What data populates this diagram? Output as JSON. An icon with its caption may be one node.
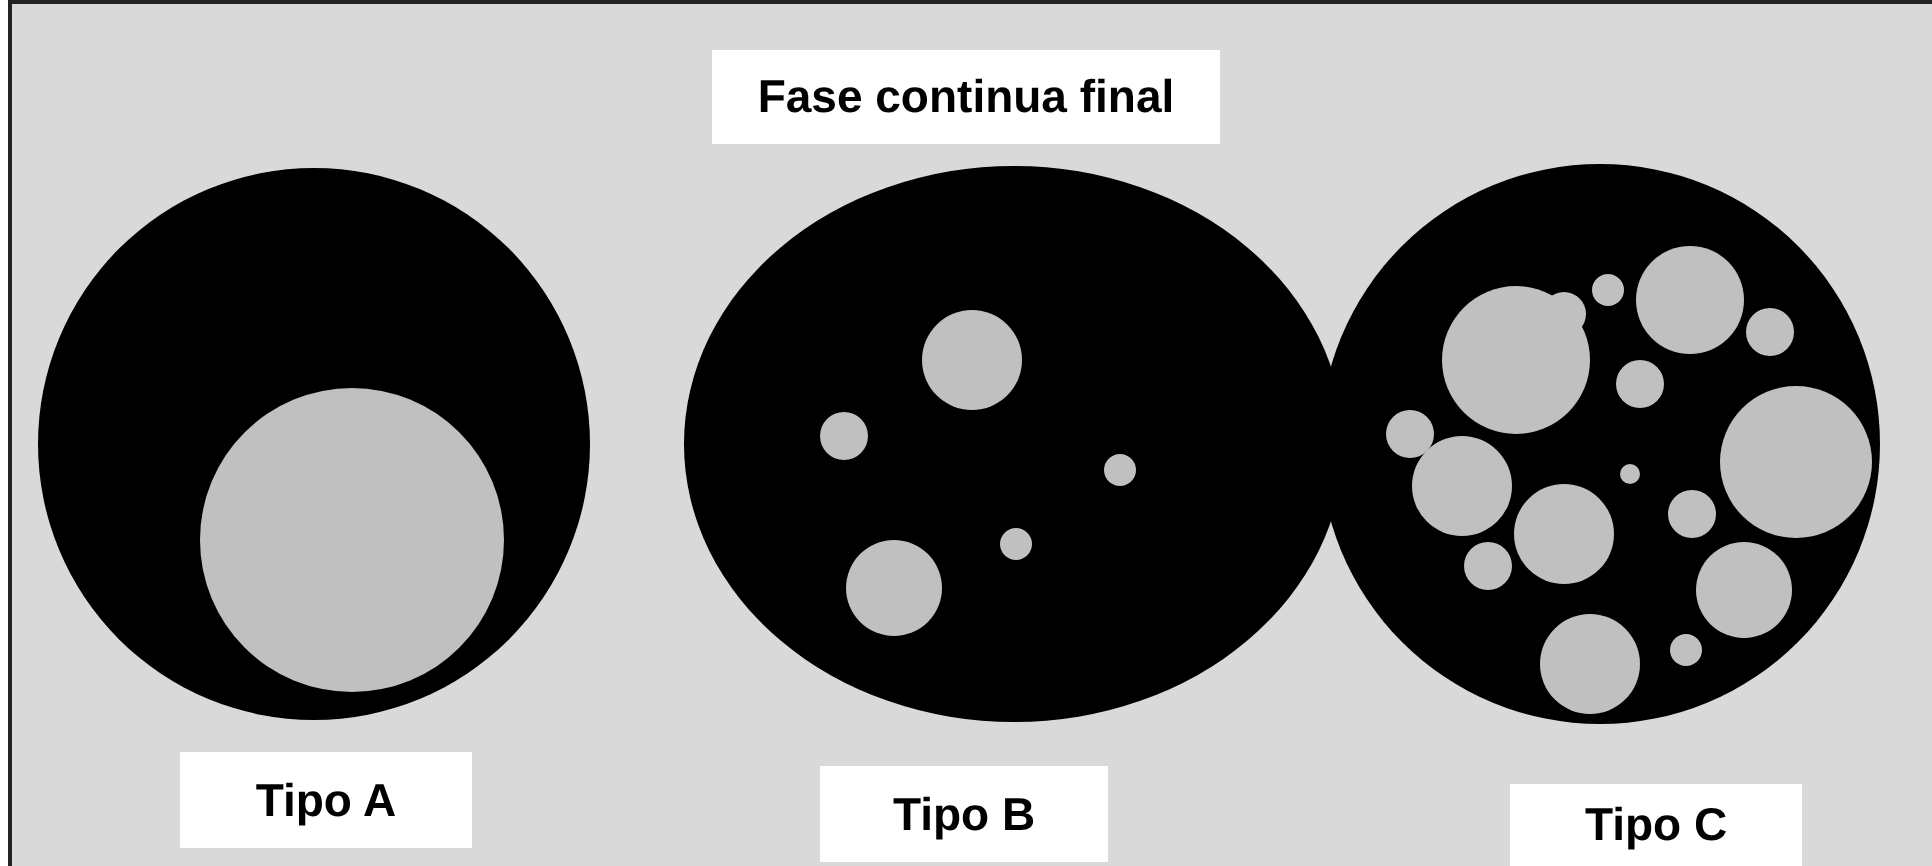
{
  "diagram": {
    "title": "Fase continua final",
    "nodes": [
      {
        "text": [
          "Tipo A"
        ]
      },
      {
        "text": [
          "Tipo B"
        ]
      },
      {
        "text": [
          "Tipo C"
        ]
      }
    ]
  }
}
